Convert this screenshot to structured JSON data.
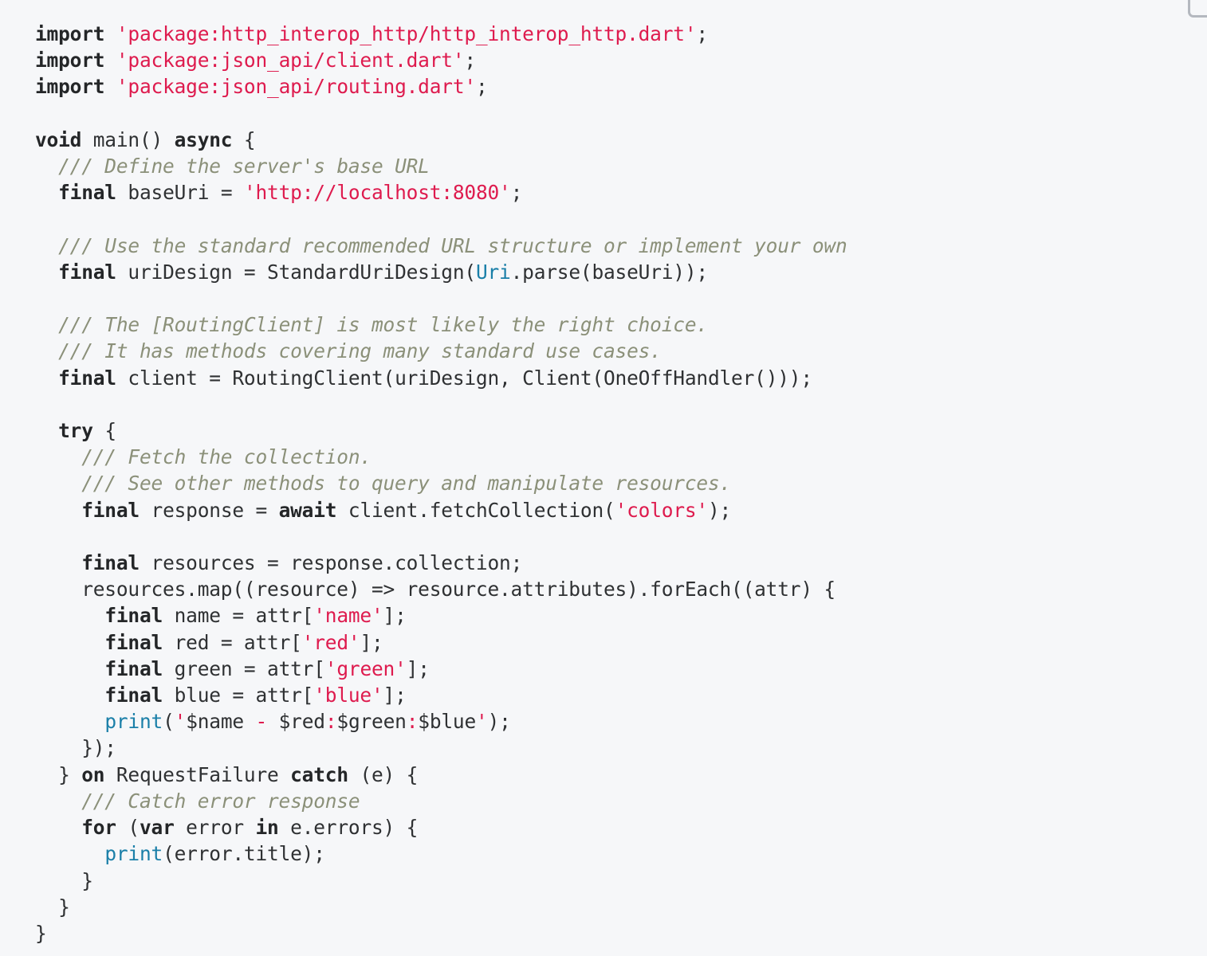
{
  "viewer": {
    "language": "dart",
    "background_color": "#f6f7f9",
    "corner_chrome_color": "#b4b8bf"
  },
  "theme": {
    "keyword_color": "#242628",
    "string_color": "#de1b4e",
    "comment_color": "#8b9079",
    "type_color": "#1a7fa8",
    "function_color": "#1a7fa8",
    "plain_color": "#2f3133"
  },
  "code": {
    "lines": [
      "import 'package:http_interop_http/http_interop_http.dart';",
      "import 'package:json_api/client.dart';",
      "import 'package:json_api/routing.dart';",
      "",
      "void main() async {",
      "  /// Define the server's base URL",
      "  final baseUri = 'http://localhost:8080';",
      "",
      "  /// Use the standard recommended URL structure or implement your own",
      "  final uriDesign = StandardUriDesign(Uri.parse(baseUri));",
      "",
      "  /// The [RoutingClient] is most likely the right choice.",
      "  /// It has methods covering many standard use cases.",
      "  final client = RoutingClient(uriDesign, Client(OneOffHandler()));",
      "",
      "  try {",
      "    /// Fetch the collection.",
      "    /// See other methods to query and manipulate resources.",
      "    final response = await client.fetchCollection('colors');",
      "",
      "    final resources = response.collection;",
      "    resources.map((resource) => resource.attributes).forEach((attr) {",
      "      final name = attr['name'];",
      "      final red = attr['red'];",
      "      final green = attr['green'];",
      "      final blue = attr['blue'];",
      "      print('$name - $red:$green:$blue');",
      "    });",
      "  } on RequestFailure catch (e) {",
      "    /// Catch error response",
      "    for (var error in e.errors) {",
      "      print(error.title);",
      "    }",
      "  }",
      "}"
    ],
    "tokens": [
      [
        [
          "kw",
          "import"
        ],
        [
          "plain",
          " "
        ],
        [
          "str",
          "'package:http_interop_http/http_interop_http.dart'"
        ],
        [
          "plain",
          ";"
        ]
      ],
      [
        [
          "kw",
          "import"
        ],
        [
          "plain",
          " "
        ],
        [
          "str",
          "'package:json_api/client.dart'"
        ],
        [
          "plain",
          ";"
        ]
      ],
      [
        [
          "kw",
          "import"
        ],
        [
          "plain",
          " "
        ],
        [
          "str",
          "'package:json_api/routing.dart'"
        ],
        [
          "plain",
          ";"
        ]
      ],
      [],
      [
        [
          "kw",
          "void"
        ],
        [
          "plain",
          " main() "
        ],
        [
          "kw",
          "async"
        ],
        [
          "plain",
          " {"
        ]
      ],
      [
        [
          "plain",
          "  "
        ],
        [
          "cmt",
          "/// Define the server's base URL"
        ]
      ],
      [
        [
          "plain",
          "  "
        ],
        [
          "kw",
          "final"
        ],
        [
          "plain",
          " baseUri = "
        ],
        [
          "str",
          "'http://localhost:8080'"
        ],
        [
          "plain",
          ";"
        ]
      ],
      [],
      [
        [
          "plain",
          "  "
        ],
        [
          "cmt",
          "/// Use the standard recommended URL structure or implement your own"
        ]
      ],
      [
        [
          "plain",
          "  "
        ],
        [
          "kw",
          "final"
        ],
        [
          "plain",
          " uriDesign = StandardUriDesign("
        ],
        [
          "type",
          "Uri"
        ],
        [
          "plain",
          ".parse(baseUri));"
        ]
      ],
      [],
      [
        [
          "plain",
          "  "
        ],
        [
          "cmt",
          "/// The [RoutingClient] is most likely the right choice."
        ]
      ],
      [
        [
          "plain",
          "  "
        ],
        [
          "cmt",
          "/// It has methods covering many standard use cases."
        ]
      ],
      [
        [
          "plain",
          "  "
        ],
        [
          "kw",
          "final"
        ],
        [
          "plain",
          " client = RoutingClient(uriDesign, Client(OneOffHandler()));"
        ]
      ],
      [],
      [
        [
          "plain",
          "  "
        ],
        [
          "kw",
          "try"
        ],
        [
          "plain",
          " {"
        ]
      ],
      [
        [
          "plain",
          "    "
        ],
        [
          "cmt",
          "/// Fetch the collection."
        ]
      ],
      [
        [
          "plain",
          "    "
        ],
        [
          "cmt",
          "/// See other methods to query and manipulate resources."
        ]
      ],
      [
        [
          "plain",
          "    "
        ],
        [
          "kw",
          "final"
        ],
        [
          "plain",
          " response = "
        ],
        [
          "kw",
          "await"
        ],
        [
          "plain",
          " client.fetchCollection("
        ],
        [
          "str",
          "'colors'"
        ],
        [
          "plain",
          ");"
        ]
      ],
      [],
      [
        [
          "plain",
          "    "
        ],
        [
          "kw",
          "final"
        ],
        [
          "plain",
          " resources = response.collection;"
        ]
      ],
      [
        [
          "plain",
          "    resources.map((resource) => resource.attributes).forEach((attr) {"
        ]
      ],
      [
        [
          "plain",
          "      "
        ],
        [
          "kw",
          "final"
        ],
        [
          "plain",
          " name = attr["
        ],
        [
          "str",
          "'name'"
        ],
        [
          "plain",
          "];"
        ]
      ],
      [
        [
          "plain",
          "      "
        ],
        [
          "kw",
          "final"
        ],
        [
          "plain",
          " red = attr["
        ],
        [
          "str",
          "'red'"
        ],
        [
          "plain",
          "];"
        ]
      ],
      [
        [
          "plain",
          "      "
        ],
        [
          "kw",
          "final"
        ],
        [
          "plain",
          " green = attr["
        ],
        [
          "str",
          "'green'"
        ],
        [
          "plain",
          "];"
        ]
      ],
      [
        [
          "plain",
          "      "
        ],
        [
          "kw",
          "final"
        ],
        [
          "plain",
          " blue = attr["
        ],
        [
          "str",
          "'blue'"
        ],
        [
          "plain",
          "];"
        ]
      ],
      [
        [
          "plain",
          "      "
        ],
        [
          "fn",
          "print"
        ],
        [
          "plain",
          "("
        ],
        [
          "str",
          "'"
        ],
        [
          "plain",
          "$name"
        ],
        [
          "str",
          " - "
        ],
        [
          "plain",
          "$red"
        ],
        [
          "str",
          ":"
        ],
        [
          "plain",
          "$green"
        ],
        [
          "str",
          ":"
        ],
        [
          "plain",
          "$blue"
        ],
        [
          "str",
          "'"
        ],
        [
          "plain",
          ");"
        ]
      ],
      [
        [
          "plain",
          "    });"
        ]
      ],
      [
        [
          "plain",
          "  } "
        ],
        [
          "kw",
          "on"
        ],
        [
          "plain",
          " RequestFailure "
        ],
        [
          "kw",
          "catch"
        ],
        [
          "plain",
          " (e) {"
        ]
      ],
      [
        [
          "plain",
          "    "
        ],
        [
          "cmt",
          "/// Catch error response"
        ]
      ],
      [
        [
          "plain",
          "    "
        ],
        [
          "kw",
          "for"
        ],
        [
          "plain",
          " ("
        ],
        [
          "kw",
          "var"
        ],
        [
          "plain",
          " error "
        ],
        [
          "kw",
          "in"
        ],
        [
          "plain",
          " e.errors) {"
        ]
      ],
      [
        [
          "plain",
          "      "
        ],
        [
          "fn",
          "print"
        ],
        [
          "plain",
          "(error.title);"
        ]
      ],
      [
        [
          "plain",
          "    }"
        ]
      ],
      [
        [
          "plain",
          "  }"
        ]
      ],
      [
        [
          "plain",
          "}"
        ]
      ]
    ]
  }
}
